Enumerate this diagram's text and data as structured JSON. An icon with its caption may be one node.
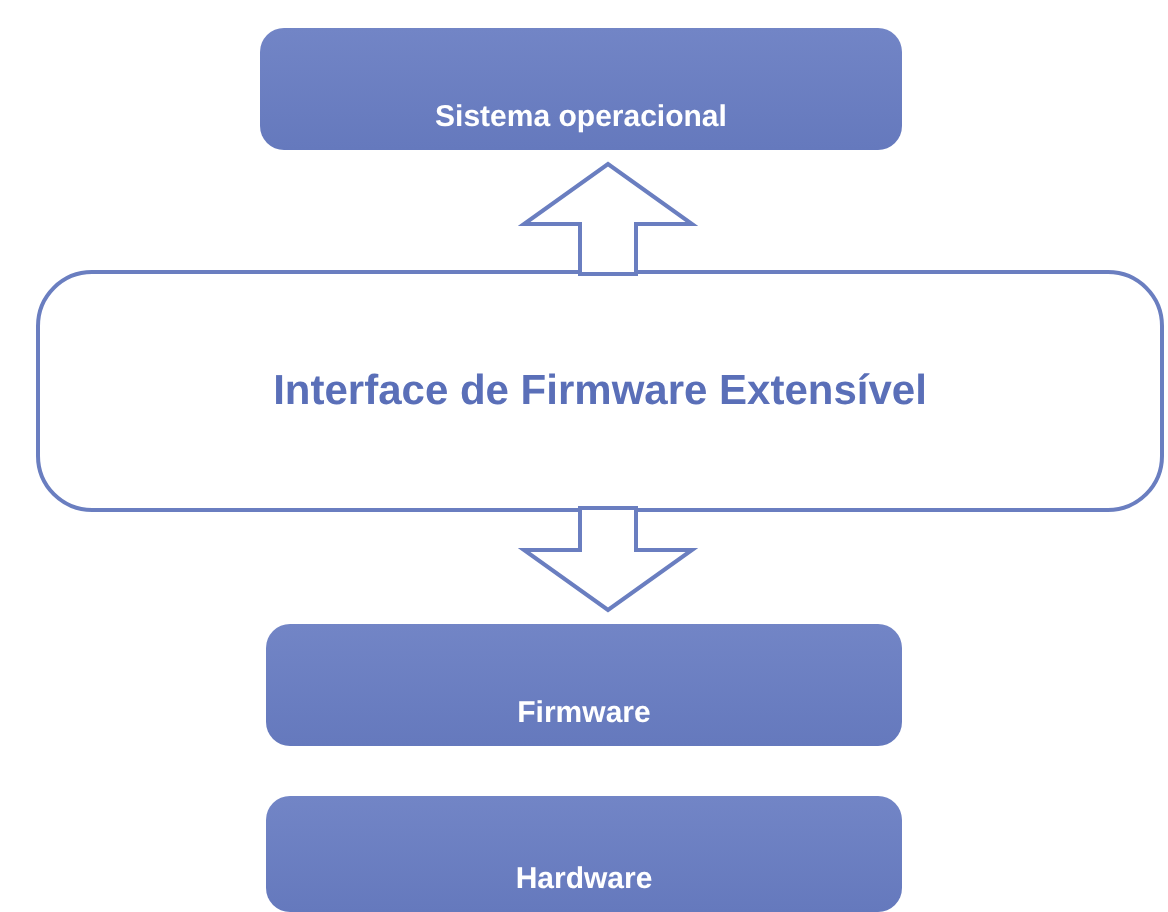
{
  "diagram": {
    "nodes": [
      {
        "text": [
          "Sistema operacional"
        ]
      },
      {
        "text": [
          "Interface de Firmware Extensível"
        ]
      },
      {
        "text": [
          "Firmware"
        ]
      },
      {
        "text": [
          "Hardware"
        ]
      }
    ],
    "edges": [
      {
        "from": 1,
        "to": 0,
        "arrow": "to"
      },
      {
        "from": 1,
        "to": 2,
        "arrow": "to"
      }
    ]
  }
}
